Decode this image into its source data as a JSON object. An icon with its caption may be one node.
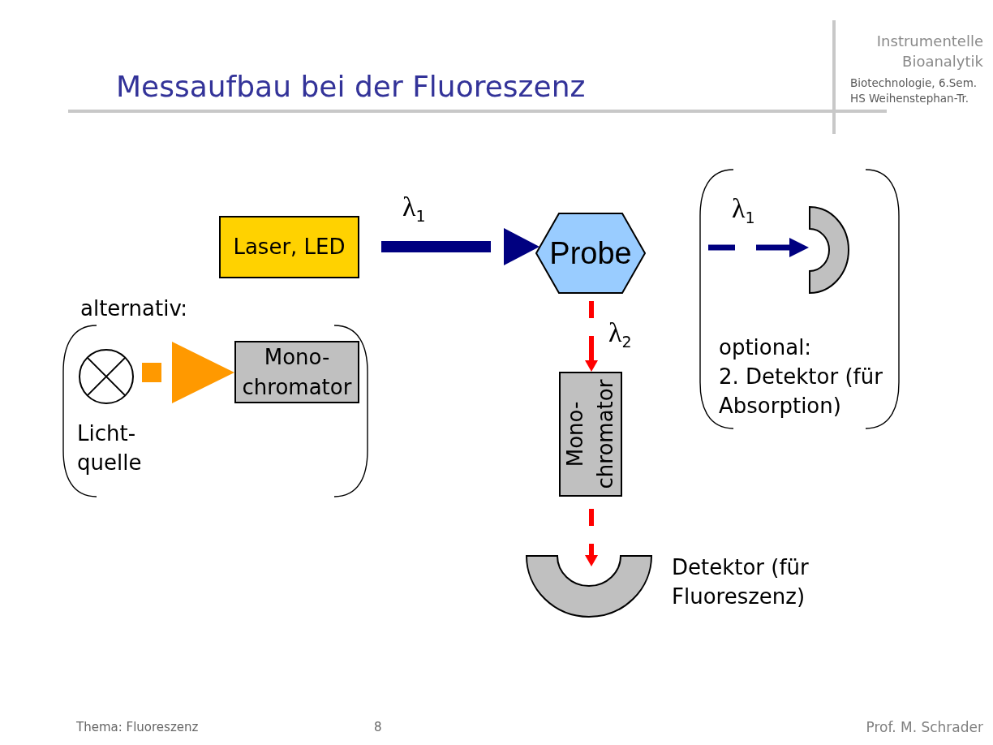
{
  "diagram": {
    "title": "Messaufbau bei der Fluoreszenz",
    "nodes": [
      {
        "text": [
          "Laser, LED"
        ]
      },
      {
        "text": [
          "Probe"
        ]
      },
      {
        "text": [
          "optional:",
          "2. Detektor (für Absorption)"
        ]
      },
      {
        "text": [],
        "shape": "arc",
        "in": 2
      },
      {
        "text": [
          "alternativ:"
        ]
      },
      {
        "text": [],
        "shape": "circle",
        "in": 4,
        "beside": [
          "Licht- quelle"
        ]
      },
      {
        "text": [
          "Mono- chromator"
        ],
        "in": 4
      },
      {
        "text": [
          "Mono- chromator"
        ]
      },
      {
        "text": [],
        "shape": "arc",
        "beside": [
          "Detektor (für Fluoreszenz)"
        ]
      }
    ],
    "edges": [
      {
        "from": 0,
        "to": 1,
        "arrow": "to",
        "label": "λ$_{1}$",
        "style": "dashed",
        "color": "#000080"
      },
      {
        "from": null,
        "to": 3,
        "arrow": "to",
        "label": "λ$_{1}$",
        "style": "dashed",
        "color": "#000080"
      },
      {
        "from": 5,
        "to": 6,
        "arrow": "to",
        "style": "dashed",
        "color": "#ff9900"
      },
      {
        "from": 1,
        "to": 7,
        "arrow": "to",
        "label": "λ$_{2}$",
        "style": "dashed",
        "color": "#ff0000"
      },
      {
        "from": 7,
        "to": 8,
        "arrow": "to",
        "style": "dashed",
        "color": "#ff0000"
      }
    ],
    "labels": [
      "Instrumentelle Bioanalytik",
      "Biotechnologie, 6.Sem. HS Weihenstephan-Tr.",
      "Thema: Fluoreszenz",
      "8",
      "Prof. M. Schrader"
    ]
  }
}
